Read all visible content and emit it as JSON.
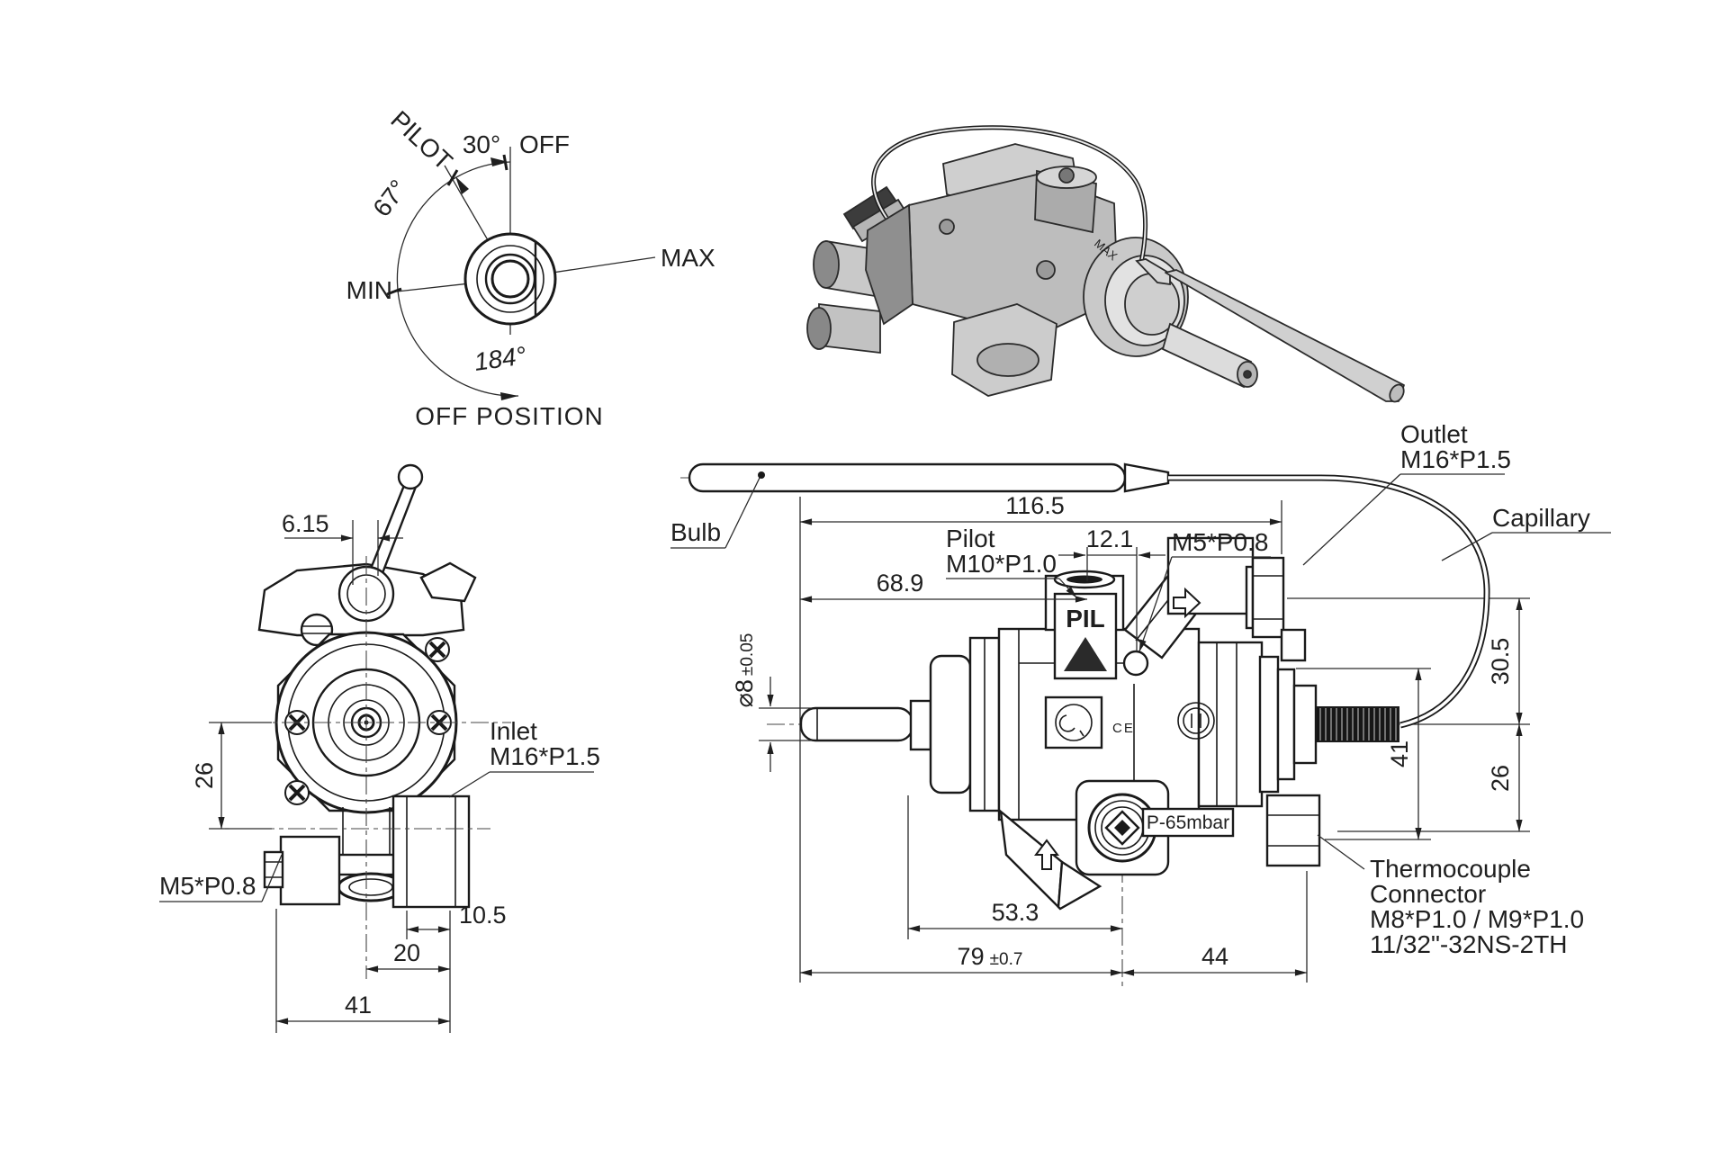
{
  "dial": {
    "pilot": "PILOT",
    "angle_30": "30°",
    "off": "OFF",
    "angle_67": "67°",
    "min": "MIN",
    "max": "MAX",
    "angle_184": "184°",
    "caption": "OFF POSITION"
  },
  "front_view": {
    "dim_6_15": "6.15",
    "dim_26": "26",
    "dim_10_5": "10.5",
    "dim_20": "20",
    "dim_41": "41",
    "label_m5": "M5*P0.8",
    "inlet_line1": "Inlet",
    "inlet_line2": "M16*P1.5"
  },
  "side_view": {
    "bulb": "Bulb",
    "capillary": "Capillary",
    "outlet_line1": "Outlet",
    "outlet_line2": "M16*P1.5",
    "pilot_line1": "Pilot",
    "pilot_line2": "M10*P1.0",
    "m5": "M5*P0.8",
    "dim_116_5": "116.5",
    "dim_68_9": "68.9",
    "dim_12_1": "12.1",
    "dia": "⌀8",
    "dia_tol": "±0.05",
    "dim_30_5": "30.5",
    "dim_41": "41",
    "dim_26": "26",
    "dim_53_3": "53.3",
    "dim_79": "79",
    "dim_79_tol": "±0.7",
    "dim_44": "44",
    "thermo_line1": "Thermocouple",
    "thermo_line2": "Connector",
    "thermo_line3": "M8*P1.0 / M9*P1.0",
    "thermo_line4": "11/32\"-32NS-2TH",
    "marking_pil": "PIL",
    "marking_ce": "CE",
    "marking_pressure": "P-65mbar"
  },
  "render_3d": {
    "marking_max": "MAX"
  }
}
